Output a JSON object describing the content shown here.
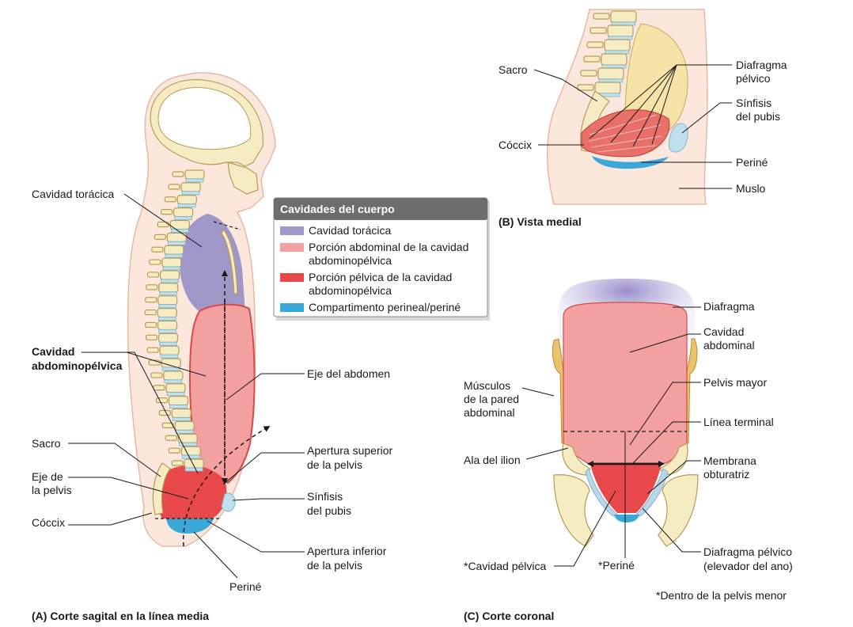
{
  "colors": {
    "thoracic": "#9f97c8",
    "abdominal": "#f2a0a0",
    "pelvic": "#e8484a",
    "perineal": "#3aa8d8",
    "bone": "#f6ecc4",
    "skin": "#fbe7dc",
    "legend_header": "#6d6d6d"
  },
  "legend": {
    "title": "Cavidades del cuerpo",
    "items": [
      {
        "color": "#9f97c8",
        "lines": [
          "Cavidad torácica"
        ]
      },
      {
        "color": "#f2a0a0",
        "lines": [
          "Porción abdominal de la cavidad",
          "abdominopélvica"
        ]
      },
      {
        "color": "#e8484a",
        "lines": [
          "Porción pélvica de la cavidad",
          "abdominopélvica"
        ]
      },
      {
        "color": "#3aa8d8",
        "lines": [
          "Compartimento perineal/periné"
        ]
      }
    ]
  },
  "panel_a": {
    "caption": "(A) Corte sagital en la línea media",
    "labels": {
      "cavidad_toracica": "Cavidad torácica",
      "cavidad_abdominopelvica_1": "Cavidad",
      "cavidad_abdominopelvica_2": "abdominopélvica",
      "eje_abdomen": "Eje del abdomen",
      "sacro": "Sacro",
      "eje_pelvis_1": "Eje de",
      "eje_pelvis_2": "la pelvis",
      "coccix": "Cóccix",
      "apertura_superior_1": "Apertura superior",
      "apertura_superior_2": "de la pelvis",
      "sinfisis_1": "Sínfisis",
      "sinfisis_2": "del pubis",
      "apertura_inferior_1": "Apertura inferior",
      "apertura_inferior_2": "de la pelvis",
      "perine": "Periné"
    }
  },
  "panel_b": {
    "caption": "(B) Vista medial",
    "labels": {
      "sacro": "Sacro",
      "coccix": "Cóccix",
      "diafragma_pelvico_1": "Diafragma",
      "diafragma_pelvico_2": "pélvico",
      "sinfisis_1": "Sínfisis",
      "sinfisis_2": "del pubis",
      "perine": "Periné",
      "muslo": "Muslo"
    }
  },
  "panel_c": {
    "caption": "(C) Corte coronal",
    "labels": {
      "diafragma": "Diafragma",
      "cavidad_abdominal_1": "Cavidad",
      "cavidad_abdominal_2": "abdominal",
      "musculos_1": "Músculos",
      "musculos_2": "de la pared",
      "musculos_3": "abdominal",
      "pelvis_mayor": "Pelvis mayor",
      "linea_terminal": "Línea terminal",
      "ala_ilion": "Ala del ilion",
      "membrana_1": "Membrana",
      "membrana_2": "obturatriz",
      "cavidad_pelvica": "*Cavidad pélvica",
      "perine": "*Periné",
      "diafragma_pelvico_1": "Diafragma pélvico",
      "diafragma_pelvico_2": "(elevador del ano)",
      "nota": "*Dentro de la pelvis menor"
    }
  }
}
